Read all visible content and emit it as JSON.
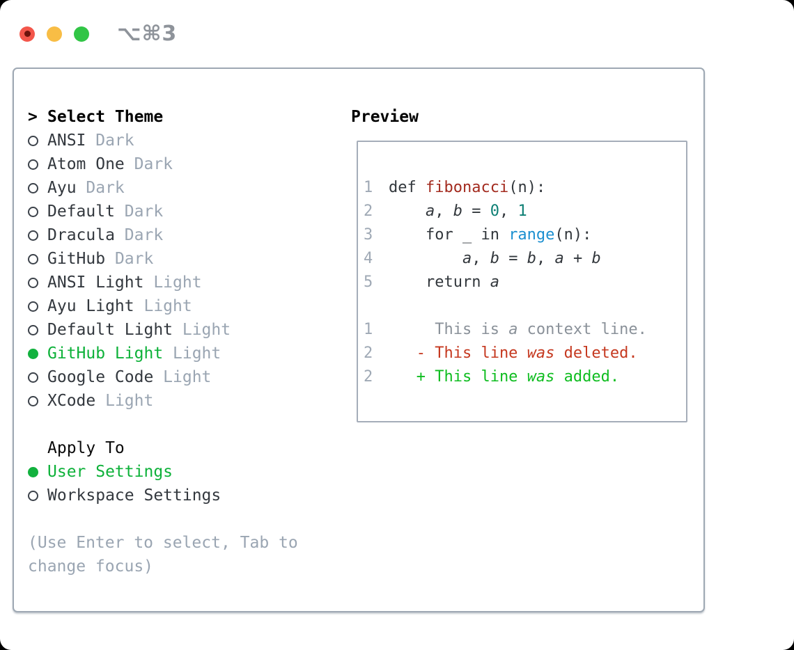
{
  "titlebar": {
    "title": "⌥⌘3"
  },
  "theme_panel": {
    "header": {
      "prompt": ">",
      "label": "Select Theme"
    },
    "themes": [
      {
        "name": "ANSI",
        "tag": "Dark",
        "selected": false
      },
      {
        "name": "Atom One",
        "tag": "Dark",
        "selected": false
      },
      {
        "name": "Ayu",
        "tag": "Dark",
        "selected": false
      },
      {
        "name": "Default",
        "tag": "Dark",
        "selected": false
      },
      {
        "name": "Dracula",
        "tag": "Dark",
        "selected": false
      },
      {
        "name": "GitHub",
        "tag": "Dark",
        "selected": false
      },
      {
        "name": "ANSI Light",
        "tag": "Light",
        "selected": false
      },
      {
        "name": "Ayu Light",
        "tag": "Light",
        "selected": false
      },
      {
        "name": "Default Light",
        "tag": "Light",
        "selected": false
      },
      {
        "name": "GitHub Light",
        "tag": "Light",
        "selected": true
      },
      {
        "name": "Google Code",
        "tag": "Light",
        "selected": false
      },
      {
        "name": "XCode",
        "tag": "Light",
        "selected": false
      }
    ],
    "apply_to": {
      "label": "Apply To",
      "options": [
        {
          "label": "User Settings",
          "selected": true
        },
        {
          "label": "Workspace Settings",
          "selected": false
        }
      ]
    },
    "hint": "(Use Enter to select, Tab to change focus)"
  },
  "preview": {
    "label": "Preview",
    "code_lines": [
      {
        "num": "1",
        "segs": [
          {
            "t": "def ",
            "s": "plain"
          },
          {
            "t": "fibonacci",
            "s": "func"
          },
          {
            "t": "(n):",
            "s": "plain"
          }
        ]
      },
      {
        "num": "2",
        "segs": [
          {
            "t": "    ",
            "s": "plain"
          },
          {
            "t": "a",
            "s": "plain italic"
          },
          {
            "t": ", ",
            "s": "plain"
          },
          {
            "t": "b",
            "s": "plain italic"
          },
          {
            "t": " = ",
            "s": "plain"
          },
          {
            "t": "0",
            "s": "num"
          },
          {
            "t": ", ",
            "s": "plain"
          },
          {
            "t": "1",
            "s": "num"
          }
        ]
      },
      {
        "num": "3",
        "segs": [
          {
            "t": "    for _ in ",
            "s": "plain"
          },
          {
            "t": "range",
            "s": "builtin"
          },
          {
            "t": "(n):",
            "s": "plain"
          }
        ]
      },
      {
        "num": "4",
        "segs": [
          {
            "t": "        ",
            "s": "plain"
          },
          {
            "t": "a",
            "s": "plain italic"
          },
          {
            "t": ", ",
            "s": "plain"
          },
          {
            "t": "b",
            "s": "plain italic"
          },
          {
            "t": " = ",
            "s": "plain"
          },
          {
            "t": "b",
            "s": "plain italic"
          },
          {
            "t": ", ",
            "s": "plain"
          },
          {
            "t": "a",
            "s": "plain italic"
          },
          {
            "t": " + ",
            "s": "plain"
          },
          {
            "t": "b",
            "s": "plain italic"
          }
        ]
      },
      {
        "num": "5",
        "segs": [
          {
            "t": "    return ",
            "s": "plain"
          },
          {
            "t": "a",
            "s": "plain italic"
          }
        ]
      },
      {
        "num": "",
        "segs": []
      },
      {
        "num": "1",
        "segs": [
          {
            "t": "     This is ",
            "s": "ctx"
          },
          {
            "t": "a",
            "s": "ctx italic"
          },
          {
            "t": " context line.",
            "s": "ctx"
          }
        ]
      },
      {
        "num": "2",
        "segs": [
          {
            "t": "   - This line ",
            "s": "del"
          },
          {
            "t": "was",
            "s": "del italic"
          },
          {
            "t": " deleted.",
            "s": "del"
          }
        ]
      },
      {
        "num": "2",
        "segs": [
          {
            "t": "   + This line ",
            "s": "add"
          },
          {
            "t": "was",
            "s": "add italic"
          },
          {
            "t": " added.",
            "s": "add"
          }
        ]
      }
    ]
  },
  "colors": {
    "accent_green": "#12b13e",
    "diff_added_green": "#0fbd20",
    "diff_removed_red": "#c5381f",
    "diff_context_gray": "#8a9199",
    "syntax_function_red": "#a32b1f",
    "syntax_number_teal": "#0d7f74",
    "syntax_builtin_blue": "#1b8fd0",
    "muted_gray": "#9aa5b2",
    "panel_border_gray": "#9ea8b3",
    "traffic_red": "#f3564b",
    "traffic_yellow": "#f8bd45",
    "traffic_green": "#31c546"
  }
}
